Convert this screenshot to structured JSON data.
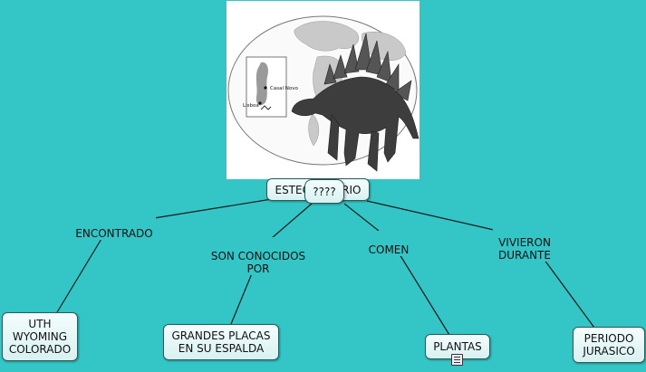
{
  "root": {
    "label": "ESTEGOSAURIO"
  },
  "tooltip": {
    "label": "????"
  },
  "image": {
    "map_labels": [
      "Casal Novo",
      "Lisboa"
    ]
  },
  "branches": [
    {
      "link": "ENCONTRADO",
      "target": "UTH\nWYOMING\nCOLORADO"
    },
    {
      "link": "SON CONOCIDOS\nPOR",
      "target": "GRANDES PLACAS\nEN SU ESPALDA"
    },
    {
      "link": "COMEN",
      "target": "PLANTAS"
    },
    {
      "link": "VIVIERON\nDURANTE",
      "target": "PERIODO\nJURASICO"
    }
  ],
  "icons": {
    "resource": "document-icon"
  },
  "colors": {
    "background": "#34c6c6",
    "node_border": "#2a5a5a",
    "line": "#1a1a1a"
  }
}
